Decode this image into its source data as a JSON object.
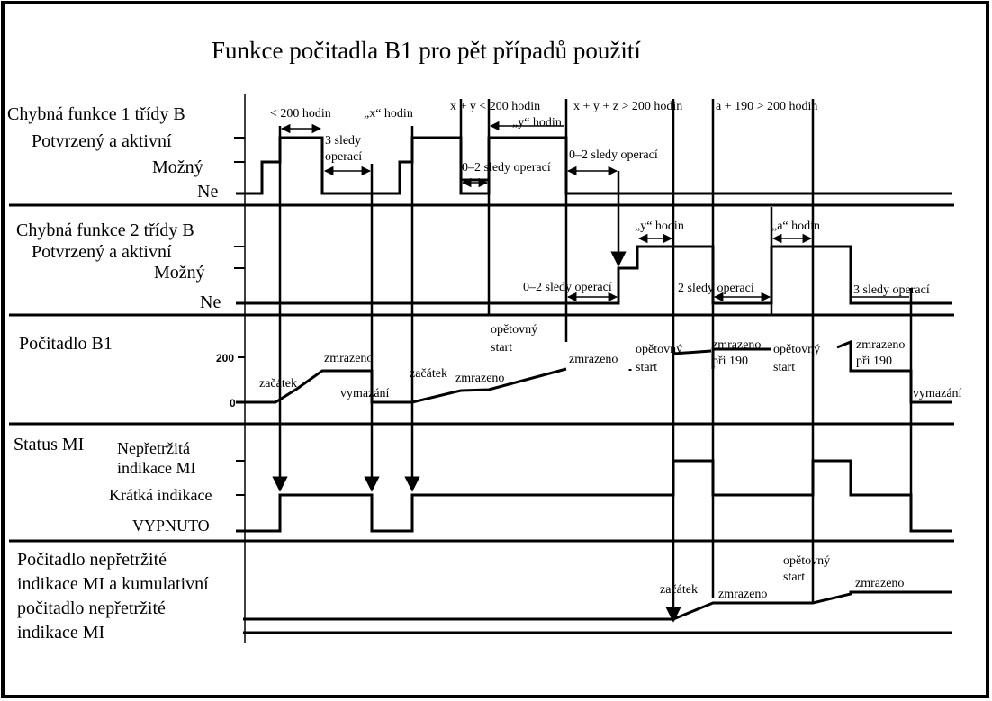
{
  "title": "Funkce počitadla B1 pro pět případů použití",
  "rows": {
    "fault1": {
      "title": "Chybná funkce 1 třídy B",
      "confirmed": "Potvrzený a aktivní",
      "possible": "Možný",
      "no": "Ne"
    },
    "fault2": {
      "title": "Chybná funkce 2 třídy B",
      "confirmed": "Potvrzený a aktivní",
      "possible": "Možný",
      "no": "Ne"
    },
    "counter": {
      "title": "Počitadlo B1",
      "tick_200": "200",
      "tick_0": "0"
    },
    "mi": {
      "title": "Status MI",
      "continuous_1": "Nepřetržitá",
      "continuous_2": "indikace MI",
      "short": "Krátká indikace",
      "off": "VYPNUTO"
    },
    "mi_counter": {
      "line1": "Počitadlo nepřetržité",
      "line2": "indikace MI a kumulativní",
      "line3": "počitadlo nepřetržité",
      "line4": "indikace MI"
    }
  },
  "annotations": {
    "a1": "< 200 hodin",
    "a2": "3 sledy",
    "a3": "operací",
    "a4": "„x“ hodin",
    "a5": "x + y < 200 hodin",
    "a6": "„y“ hodin",
    "a7": "0–2 sledy operací",
    "a8": "x + y + z > 200 hodin",
    "a9": "0–2 sledy operací",
    "a10": "a + 190 > 200 hodin",
    "b1": "„y“ hodin",
    "b2": "„a“ hodin",
    "b3": "0–2 sledy operací",
    "b4": "2 sledy operací",
    "b5": "3 sledy operací",
    "c1": "začátek",
    "c2": "zmrazeno",
    "c3": "vymazání",
    "c4": "začátek",
    "c5": "zmrazeno",
    "c6": "opětovný",
    "c7": "start",
    "c8": "zmrazeno",
    "c9": "opětovný",
    "c10": "start",
    "c11": "zmrazeno",
    "c12": "při 190",
    "c13": "opětovný",
    "c14": "start",
    "c15": "zmrazeno",
    "c16": "při 190",
    "c17": "vymazání",
    "d1": "začátek",
    "d2": "zmrazeno",
    "d3": "opětovný",
    "d4": "start",
    "d5": "zmrazeno"
  }
}
